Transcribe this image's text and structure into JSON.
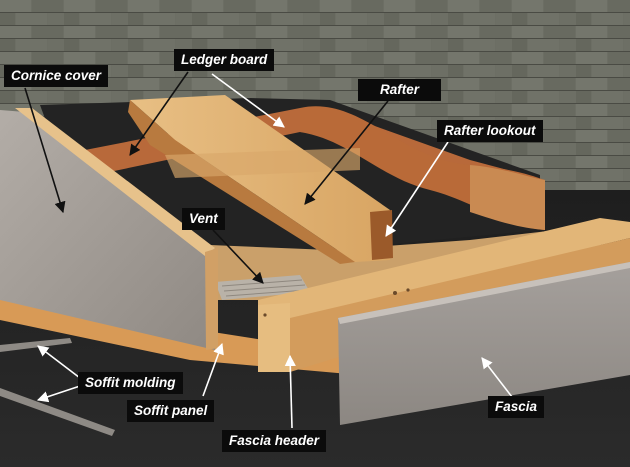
{
  "labels": {
    "cornice_cover": "Cornice cover",
    "ledger_board": "Ledger board",
    "rafter": "Rafter",
    "rafter_lookout": "Rafter lookout",
    "vent": "Vent",
    "soffit_molding": "Soffit molding",
    "soffit_panel": "Soffit panel",
    "fascia_header": "Fascia header",
    "fascia": "Fascia"
  },
  "colors": {
    "shingle": "#6f7167",
    "wood_light": "#e3b779",
    "wood_mid": "#c9904f",
    "wood_dark": "#8a4a22",
    "panel_grey": "#a6a09a",
    "label_bg": "#0b0b0b",
    "label_text": "#ffffff",
    "arrow_black": "#111111",
    "arrow_white": "#ffffff"
  }
}
